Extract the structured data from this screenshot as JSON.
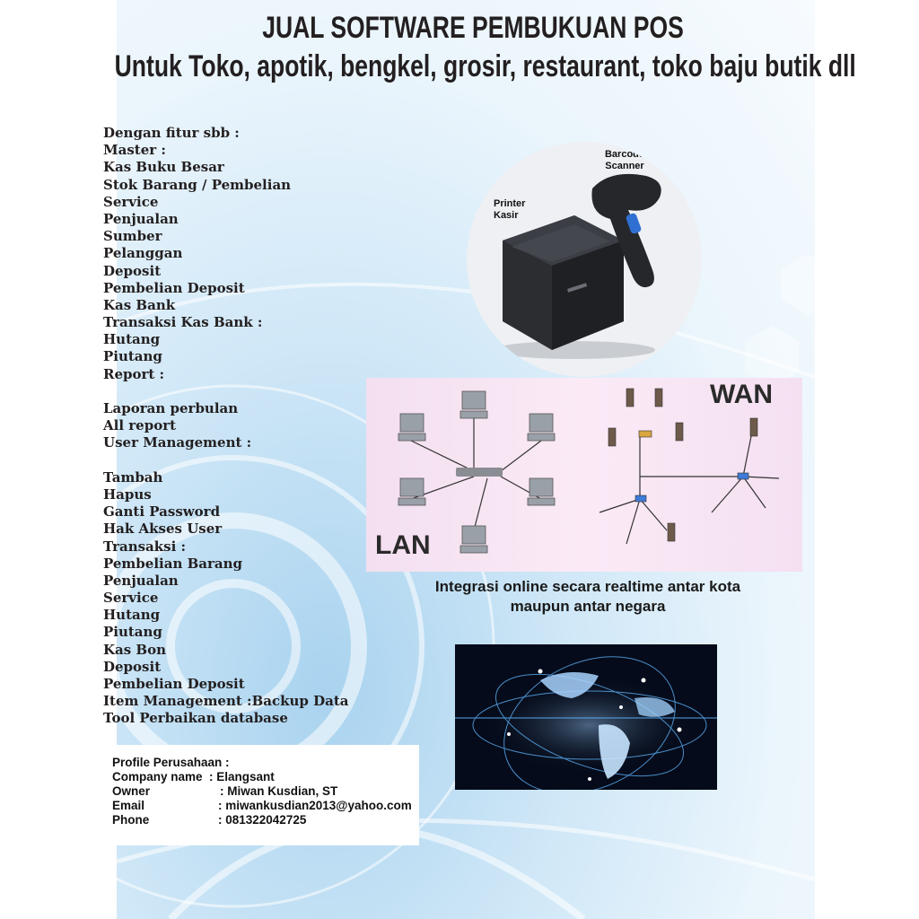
{
  "title": "JUAL SOFTWARE PEMBUKUAN POS",
  "subtitle": "Untuk Toko, apotik, bengkel, grosir, restaurant, toko baju butik dll",
  "features": [
    "Dengan fitur sbb :",
    "Master :",
    "Kas Buku Besar",
    "Stok Barang / Pembelian",
    "Service",
    "Penjualan",
    "Sumber",
    "Pelanggan",
    "Deposit",
    "Pembelian Deposit",
    "Kas Bank",
    "Transaksi Kas Bank :",
    "Hutang",
    "Piutang",
    "Report :",
    "",
    "Laporan perbulan",
    "All report",
    "User Management :",
    "",
    "Tambah",
    "Hapus",
    "Ganti Password",
    "Hak Akses User",
    "Transaksi :",
    "Pembelian Barang",
    "Penjualan",
    "Service",
    "Hutang",
    "Piutang",
    "Kas Bon",
    "Deposit",
    "Pembelian Deposit",
    "Item Management :Backup Data",
    "Tool Perbaikan database"
  ],
  "hardware": {
    "barcode_label_1": "Barcode",
    "barcode_label_2": "Scanner",
    "printer_label_1": "Printer",
    "printer_label_2": "Kasir"
  },
  "network": {
    "lan_label": "LAN",
    "wan_label": "WAN"
  },
  "caption_1": "Integrasi online secara realtime antar kota",
  "caption_2": "maupun antar negara",
  "profile": {
    "heading": "Profile Perusahaan :",
    "rows": [
      {
        "label": "Company name",
        "value": ": Elangsant"
      },
      {
        "label": "Owner",
        "value": ": Miwan Kusdian, ST"
      },
      {
        "label": "Email",
        "value": ": miwankusdian2013@yahoo.com"
      },
      {
        "label": "Phone",
        "value": ": 081322042725"
      }
    ]
  },
  "colors": {
    "background": "#cfe7f7",
    "text": "#231f20",
    "network_panel": "#fbeaf6",
    "globe_panel": "#050b1a"
  }
}
